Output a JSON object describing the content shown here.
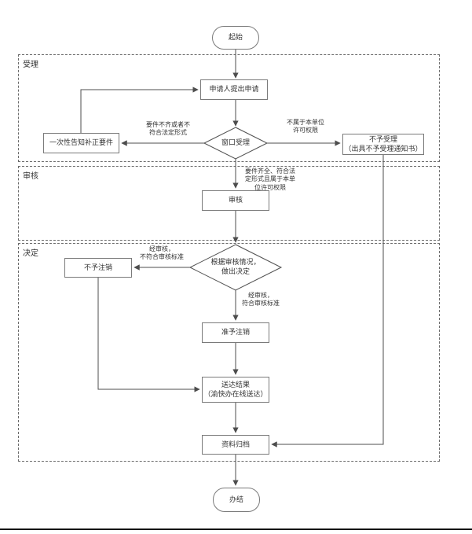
{
  "diagram": {
    "type": "flowchart",
    "language": "zh-CN",
    "sections": [
      {
        "id": "acceptance",
        "label": "受理"
      },
      {
        "id": "review",
        "label": "审核"
      },
      {
        "id": "decision",
        "label": "决定"
      }
    ],
    "nodes": {
      "start": {
        "label": "起始",
        "shape": "terminator"
      },
      "apply": {
        "label": "申请人提出申请",
        "shape": "process"
      },
      "window_accept": {
        "label": "窗口受理",
        "shape": "decision"
      },
      "notify_correct": {
        "label": "一次性告知补正要件",
        "shape": "process"
      },
      "reject_accept": {
        "label": "不予受理\n（出具不予受理通知书）",
        "shape": "process"
      },
      "review": {
        "label": "审核",
        "shape": "process"
      },
      "make_decision": {
        "label": "根据审核情况，\n做出决定",
        "shape": "decision"
      },
      "deny_cancel": {
        "label": "不予注销",
        "shape": "process"
      },
      "approve_cancel": {
        "label": "准予注销",
        "shape": "process"
      },
      "deliver_result": {
        "label": "送达结果\n（渝快办在线送达）",
        "shape": "process"
      },
      "archive": {
        "label": "资料归档",
        "shape": "process"
      },
      "end": {
        "label": "办结",
        "shape": "terminator"
      }
    },
    "edge_labels": {
      "incomplete": "要件不齐或者不\n符合法定形式",
      "not_authority": "不属于本单位\n许可权限",
      "complete": "要件齐全、符合法\n定形式且属于本单\n位许可权限",
      "review_fail": "经审核，\n不符合审核标准",
      "review_pass": "经审核，\n符合审核标准"
    },
    "colors": {
      "node_border": "#7a7a7a",
      "arrow": "#4d4d4d",
      "text": "#333333",
      "section_border": "#6b6b6b",
      "footer_line": "#141414",
      "background": "#ffffff"
    }
  }
}
